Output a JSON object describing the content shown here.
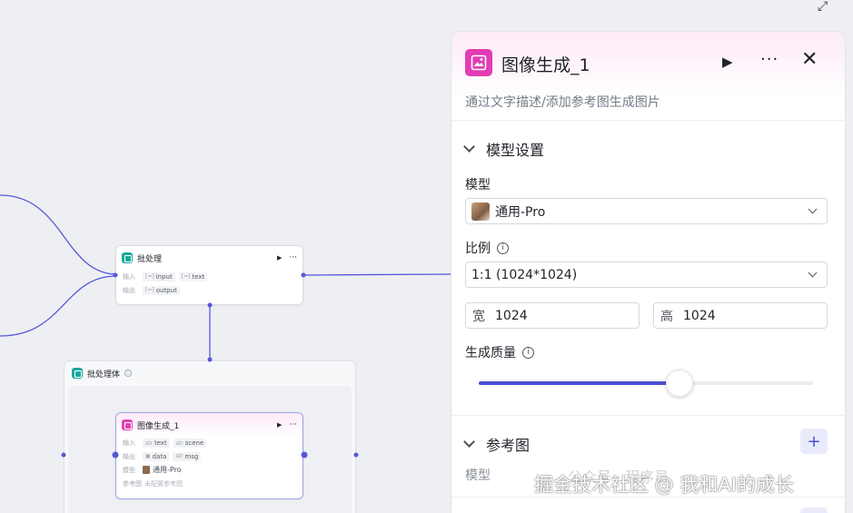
{
  "colors": {
    "accent": "#4b4fd6",
    "wire": "#5458d8",
    "node_teal": "#1ba89b",
    "node_pink": "#e040b4"
  },
  "canvas": {
    "batch_node": {
      "title": "批处理",
      "input_label": "输入",
      "inputs": [
        "input",
        "text"
      ],
      "output_label": "输出",
      "outputs": [
        "output"
      ]
    },
    "batch_body": {
      "title": "批处理体"
    },
    "image_node": {
      "title": "图像生成_1",
      "input_label": "输入",
      "inputs": [
        "text",
        "scene"
      ],
      "output_label": "输出",
      "outputs": [
        "data",
        "msg"
      ],
      "model_label": "模型",
      "model_value": "通用-Pro",
      "ref_label": "参考图",
      "ref_value": "未配置参考图"
    }
  },
  "panel": {
    "title": "图像生成_1",
    "description": "通过文字描述/添加参考图生成图片",
    "icons": {
      "node": "image-generate-icon",
      "run": "play-icon",
      "more": "more-icon",
      "close": "close-icon"
    },
    "model_settings": {
      "section_title": "模型设置",
      "model_label": "模型",
      "model_value": "通用-Pro",
      "ratio_label": "比例",
      "ratio_value": "1:1 (1024*1024)",
      "width_prefix": "宽",
      "width_value": "1024",
      "height_prefix": "高",
      "height_value": "1024",
      "quality_label": "生成质量",
      "quality_fraction": 0.6
    },
    "reference": {
      "section_title": "参考图",
      "add_symbol": "+",
      "model_label": "模型"
    }
  },
  "watermark": {
    "text": "掘金技术社区 @ 我和AI的成长",
    "ghost": "公众号 · 程序员"
  }
}
